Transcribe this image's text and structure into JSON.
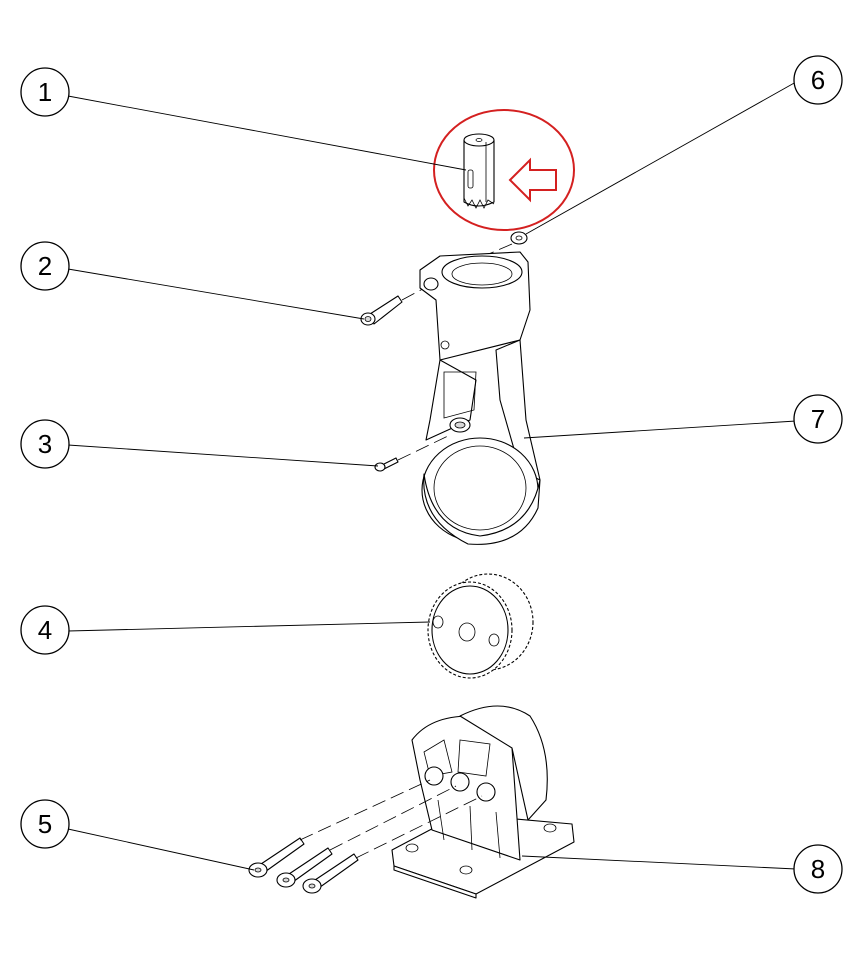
{
  "highlight_color": "#d42020",
  "callouts": [
    {
      "label": "1"
    },
    {
      "label": "2"
    },
    {
      "label": "3"
    },
    {
      "label": "4"
    },
    {
      "label": "5"
    },
    {
      "label": "6"
    },
    {
      "label": "7"
    },
    {
      "label": "8"
    }
  ],
  "icons": {
    "highlight": "red-circle-with-arrow-icon"
  }
}
